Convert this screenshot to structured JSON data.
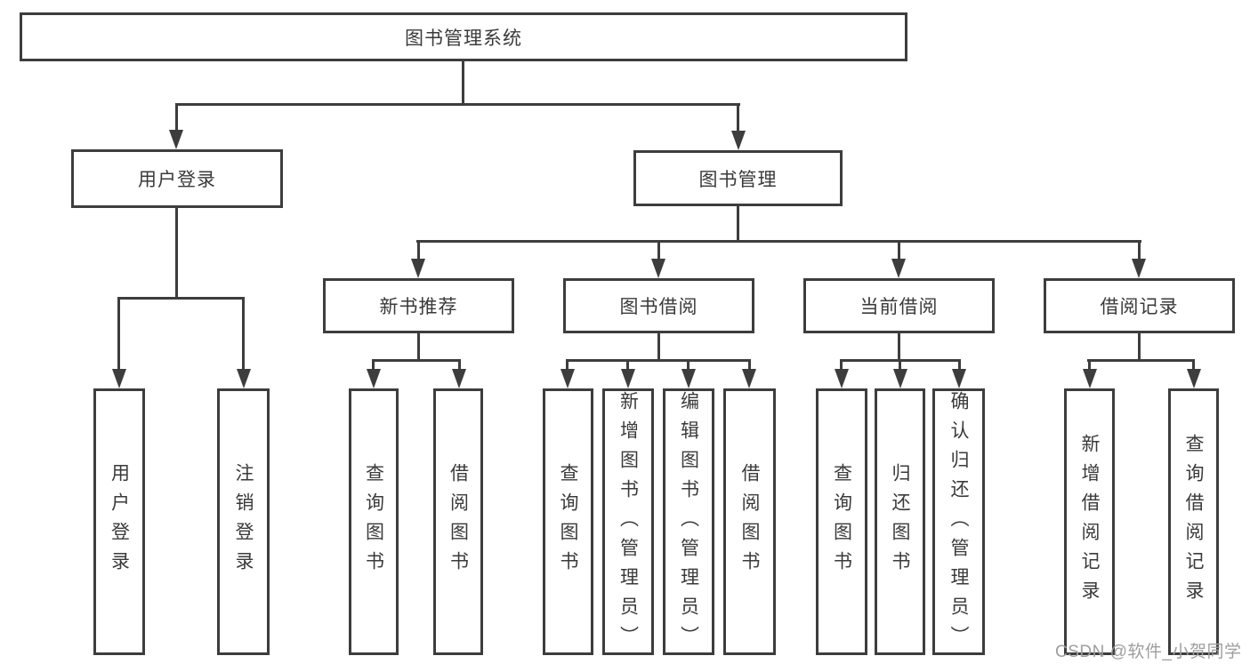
{
  "diagram": {
    "root": {
      "label": "图书管理系统"
    },
    "level2": [
      {
        "label": "用户登录"
      },
      {
        "label": "图书管理"
      }
    ],
    "level3": [
      {
        "label": "新书推荐",
        "parent": "图书管理"
      },
      {
        "label": "图书借阅",
        "parent": "图书管理"
      },
      {
        "label": "当前借阅",
        "parent": "图书管理"
      },
      {
        "label": "借阅记录",
        "parent": "图书管理"
      }
    ],
    "leaves": [
      {
        "label": "用户登录",
        "parent": "用户登录"
      },
      {
        "label": "注销登录",
        "parent": "用户登录"
      },
      {
        "label": "查询图书",
        "parent": "新书推荐"
      },
      {
        "label": "借阅图书",
        "parent": "新书推荐"
      },
      {
        "label": "查询图书",
        "parent": "图书借阅"
      },
      {
        "label": "新增图书（管理员）",
        "parent": "图书借阅"
      },
      {
        "label": "编辑图书（管理员）",
        "parent": "图书借阅"
      },
      {
        "label": "借阅图书",
        "parent": "图书借阅"
      },
      {
        "label": "查询图书",
        "parent": "当前借阅"
      },
      {
        "label": "归还图书",
        "parent": "当前借阅"
      },
      {
        "label": "确认归还（管理员）",
        "parent": "当前借阅"
      },
      {
        "label": "新增借阅记录",
        "parent": "借阅记录"
      },
      {
        "label": "查询借阅记录",
        "parent": "借阅记录"
      }
    ],
    "colors": {
      "line": "#3d3d3d",
      "box_background": "#ffffff",
      "text": "#3a3a3a"
    }
  },
  "watermark": {
    "text": "CSDN @软件_小贺同学",
    "color": "#9e9e9e"
  }
}
